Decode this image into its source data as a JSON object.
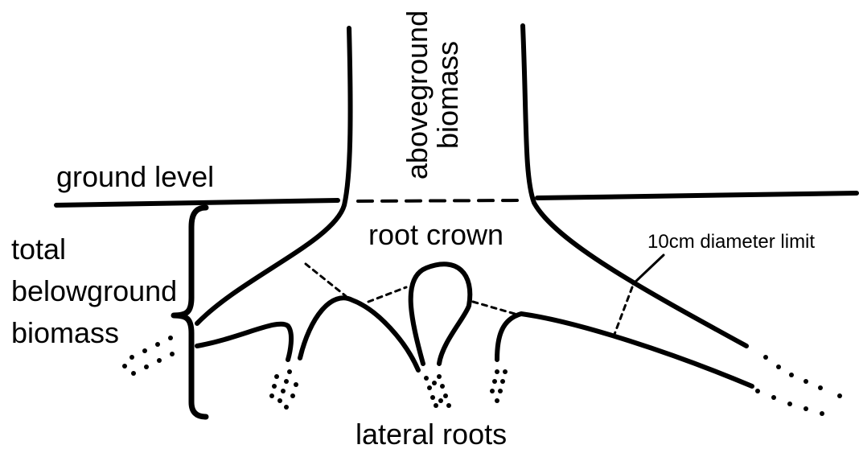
{
  "labels": {
    "ground_level": "ground level",
    "aboveground_line1": "aboveground",
    "aboveground_line2": "biomass",
    "root_crown": "root crown",
    "diameter_limit": "10cm diameter limit",
    "total_line1": "total",
    "total_line2": "belowground",
    "total_line3": "biomass",
    "lateral_roots": "lateral roots"
  },
  "colors": {
    "ink": "#000000",
    "background": "#ffffff"
  }
}
